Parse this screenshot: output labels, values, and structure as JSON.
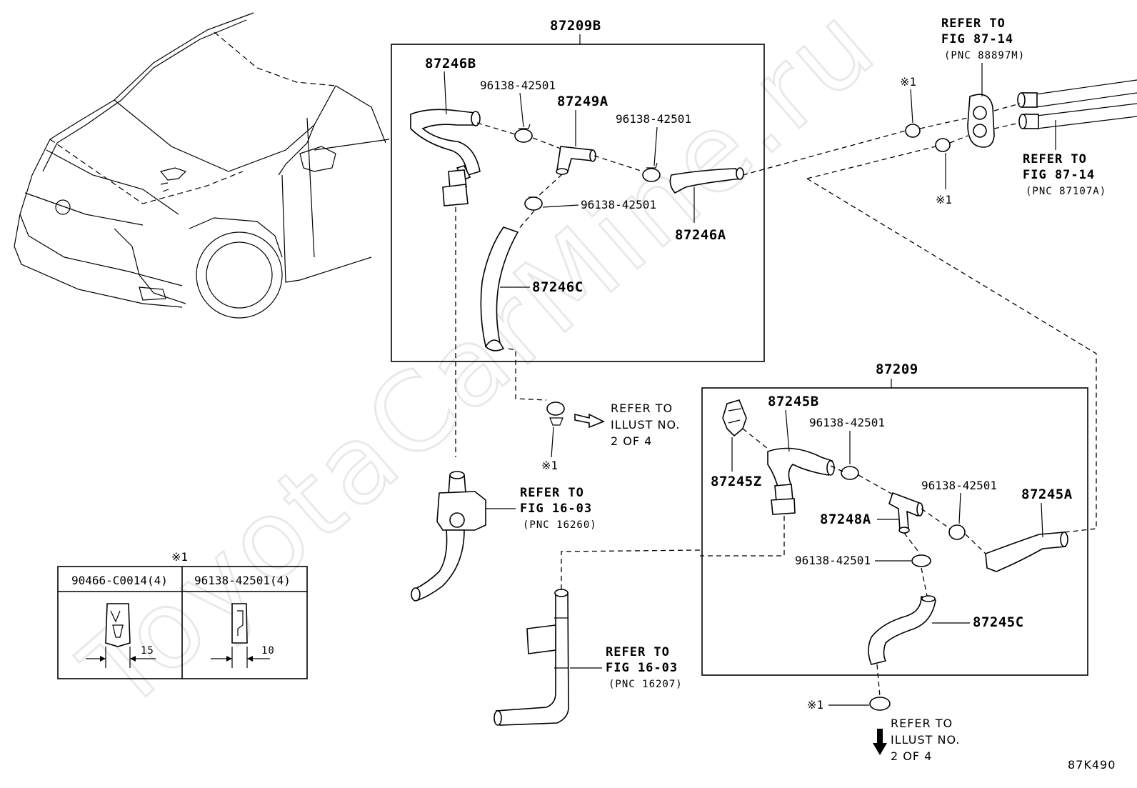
{
  "diagram": {
    "code": "87K490",
    "watermark": "ToyotaCarMine.ru",
    "assemblies": {
      "upper": "87209B",
      "lower": "87209"
    },
    "parts": {
      "p87246B": "87246B",
      "p87249A": "87249A",
      "p87246A": "87246A",
      "p87246C": "87246C",
      "p87245B": "87245B",
      "p87245Z": "87245Z",
      "p87248A": "87248A",
      "p87245A": "87245A",
      "p87245C": "87245C",
      "clip1": "96138-42501",
      "clip2": "96138-42501",
      "clip3": "96138-42501",
      "clip4": "96138-42501",
      "clip5": "96138-42501",
      "clip6": "96138-42501"
    },
    "marks": {
      "note": "※1"
    },
    "refs": {
      "fig8714a": {
        "l1": "REFER TO",
        "l2": "FIG 87-14",
        "l3": "(PNC 88897M)"
      },
      "fig8714b": {
        "l1": "REFER TO",
        "l2": "FIG 87-14",
        "l3": "(PNC 87107A)"
      },
      "illust_upper": {
        "l1": "REFER TO",
        "l2": "ILLUST NO.",
        "l3": "2 OF 4"
      },
      "fig1603a": {
        "l1": "REFER TO",
        "l2": "FIG 16-03",
        "l3": "(PNC 16260)"
      },
      "fig1603b": {
        "l1": "REFER TO",
        "l2": "FIG 16-03",
        "l3": "(PNC 16207)"
      },
      "illust_lower": {
        "l1": "REFER TO",
        "l2": "ILLUST NO.",
        "l3": "2 OF 4"
      }
    },
    "legend_table": {
      "mark": "※1",
      "col1": {
        "header": "90466-C0014(4)",
        "dimension": "15"
      },
      "col2": {
        "header": "96138-42501(4)",
        "dimension": "10"
      }
    }
  }
}
